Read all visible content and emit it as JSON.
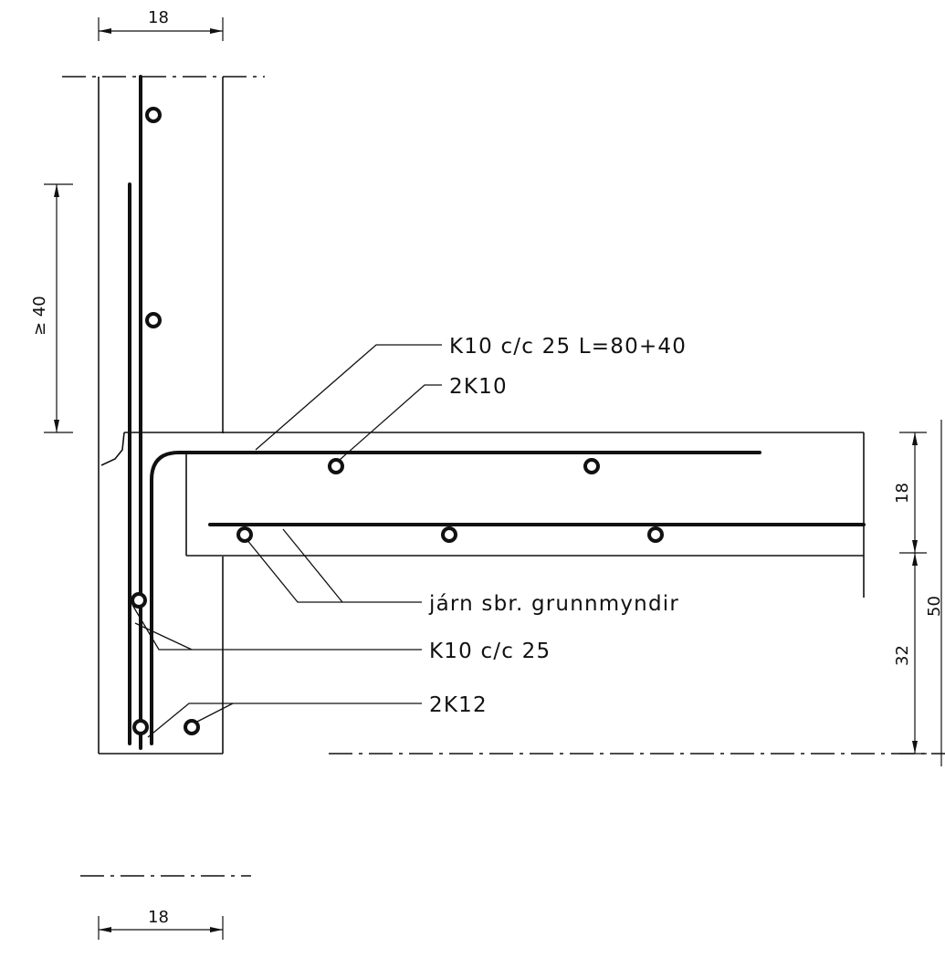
{
  "labels": {
    "top_bar": "K10 c/c 25 L=80+40",
    "slab_top_bars": "2K10",
    "slab_bottom_bars": "járn sbr. grunnmyndir",
    "wall_stirrups": "K10 c/c 25",
    "wall_bottom_bars": "2K12"
  },
  "dimensions": {
    "wall_width_top": "18",
    "wall_width_bottom": "18",
    "lap_length": "≥ 40",
    "slab_thickness": "18",
    "lower_height": "32",
    "total_height": "50"
  },
  "colors": {
    "ink": "#111111",
    "paper": "#ffffff"
  }
}
